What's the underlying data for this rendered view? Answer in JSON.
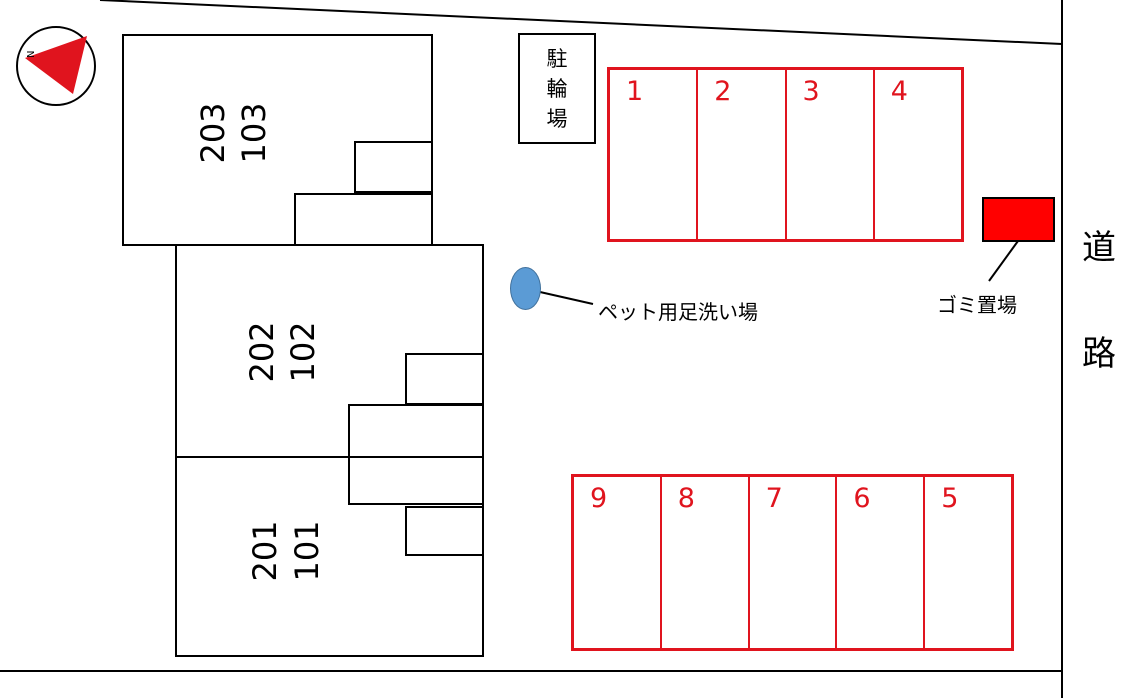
{
  "buildings": {
    "top_units": [
      "203",
      "103"
    ],
    "middle_units": [
      "202",
      "102"
    ],
    "bottom_units": [
      "201",
      "101"
    ]
  },
  "compass": {
    "label": "N",
    "needle_color": "#e0141e"
  },
  "bicycle_parking": {
    "label": [
      "駐",
      "輪",
      "場"
    ]
  },
  "parking_top": [
    "1",
    "2",
    "3",
    "4"
  ],
  "parking_bottom": [
    "9",
    "8",
    "7",
    "6",
    "5"
  ],
  "pet_wash": {
    "label": "ペット用足洗い場",
    "marker_color": "#5b9bd5"
  },
  "garbage": {
    "label": "ゴミ置場",
    "color": "#ff0000"
  },
  "road": {
    "label": [
      "道",
      "路"
    ]
  },
  "colors": {
    "parking_line": "#e0141e",
    "outline": "#000000"
  }
}
